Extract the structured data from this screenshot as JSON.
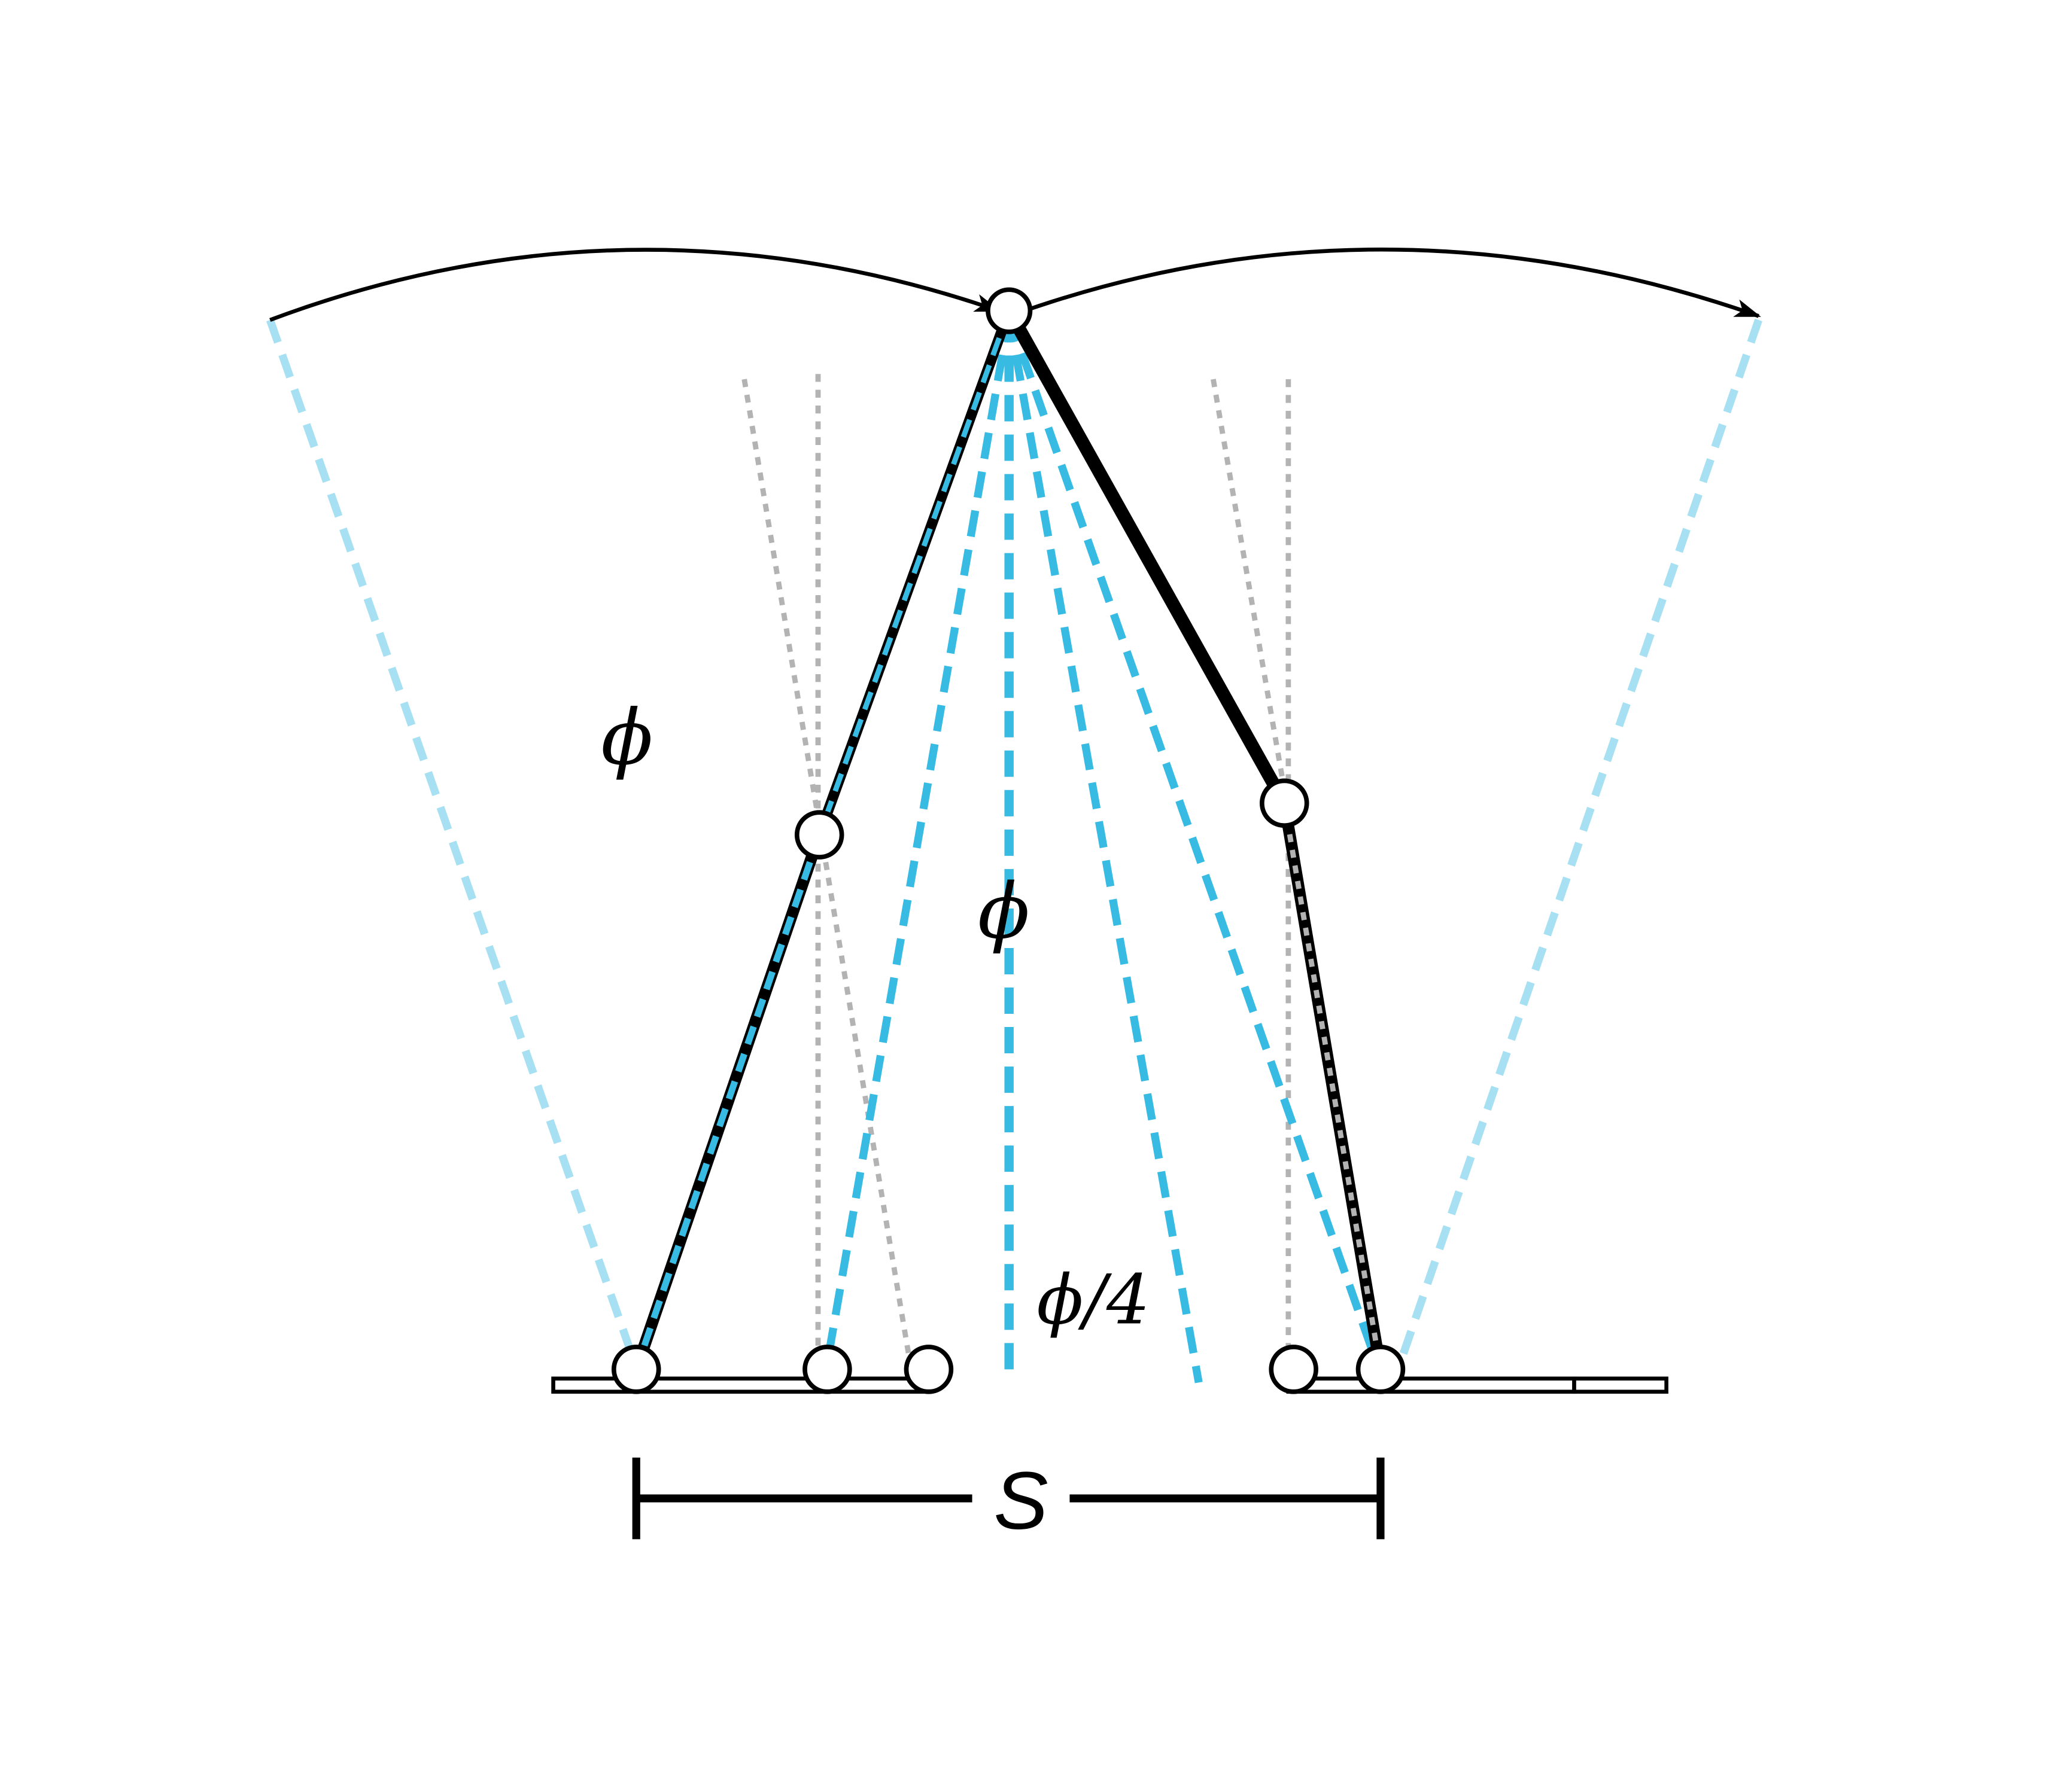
{
  "labels": {
    "phi_left": "ϕ",
    "phi_center": "ϕ",
    "phi_quarter": "ϕ/4",
    "span": "S"
  },
  "colors": {
    "dark_blue": "#38bbe3",
    "light_blue": "#a6e0f2",
    "grey": "#b3b3b3",
    "black": "#000000"
  }
}
